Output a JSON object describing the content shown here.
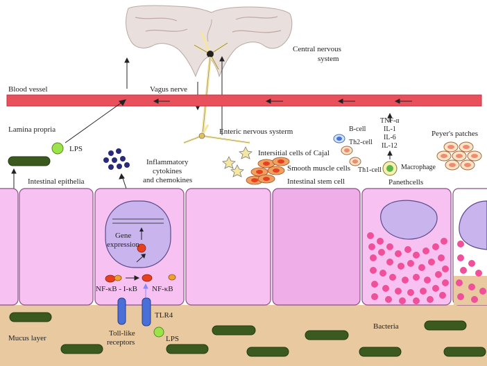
{
  "labels": {
    "cns_line1": "Central nervous",
    "cns_line2": "system",
    "blood_vessel": "Blood vessel",
    "vagus_nerve": "Vagus nerve",
    "lamina_propria": "Lamina propria",
    "lps_top": "LPS",
    "enteric": "Enteric nervous systerm",
    "cajal": "Intersitial cells of Cajal",
    "smooth_muscle": "Smooth muscle cells",
    "stem_cell": "Intestinal stem cell",
    "inflam_1": "Inflammatory",
    "inflam_2": "cytokines",
    "inflam_3": "and chemokines",
    "epithelia": "Intestinal epithelia",
    "b_cell": "B-cell",
    "th2": "Th2-cell",
    "th1": "Th1-cell",
    "macrophage": "Macrophage",
    "paneth": "Panethcells",
    "peyers": "Peyer's patches",
    "cyto_1": "TNF-α",
    "cyto_2": "IL-1",
    "cyto_3": "IL-6",
    "cyto_4": "IL-12",
    "gene_1": "Gene",
    "gene_2": "expression",
    "nfkb_complex": "NF-κB - I-κB",
    "nfkb": "NF-κB",
    "tlr4": "TLR4",
    "toll_1": "Toll-like",
    "toll_2": "receptors",
    "lps_bottom": "LPS",
    "bacteria": "Bacteria",
    "mucus": "Mucus layer"
  },
  "colors": {
    "vessel": "#e8505b",
    "cell_fill": "#f7c2f2",
    "cell_stroke": "#8a4f86",
    "nucleus": "#c9b4ee",
    "mucus": "#e8c9a0",
    "bacteria": "#3b5a1f",
    "lps": "#9be34a",
    "cytokine_dot": "#2a2a7a",
    "granule": "#f0509a",
    "receptor": "#4a6fd8",
    "nfkb_red": "#e8401e",
    "nfkb_orange": "#f0a030",
    "neuron": "#f5e6a0"
  }
}
